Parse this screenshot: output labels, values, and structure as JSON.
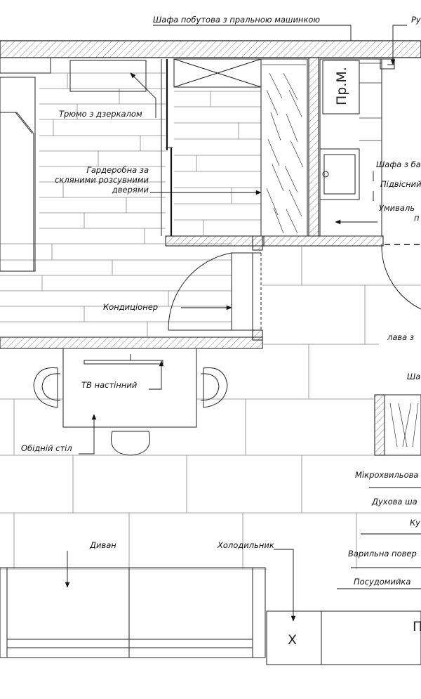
{
  "labels": {
    "washer_cabinet": "Шафа побутова з пральною машинкою",
    "ru_cut": "Ру",
    "trumo": "Трюмо з дзеркалом",
    "wardrobe_l1": "Гардеробна за",
    "wardrobe_l2": "скляними розсувними",
    "wardrobe_l3": "дверями",
    "conditioner": "Кондиціонер",
    "tv": "ТВ настінний",
    "dining_table": "Обідній стіл",
    "sofa": "Диван",
    "fridge": "Холодильник",
    "cabinet_cut": "Шафа з ба",
    "hanging_cut": "Підвісний",
    "sink_cut_1": "Умиваль",
    "sink_cut_2": "п",
    "bench_cut": "лава з",
    "sha_cut": "Ша",
    "microwave_cut": "Мікрохвильова",
    "oven_cut": "Духова ша",
    "ku_cut": "Ку",
    "hob_cut": "Варильна повер",
    "dishwasher": "Посудомийка",
    "pr_m": "Пр.М.",
    "x_mark": "Х",
    "p_cut": "П"
  }
}
